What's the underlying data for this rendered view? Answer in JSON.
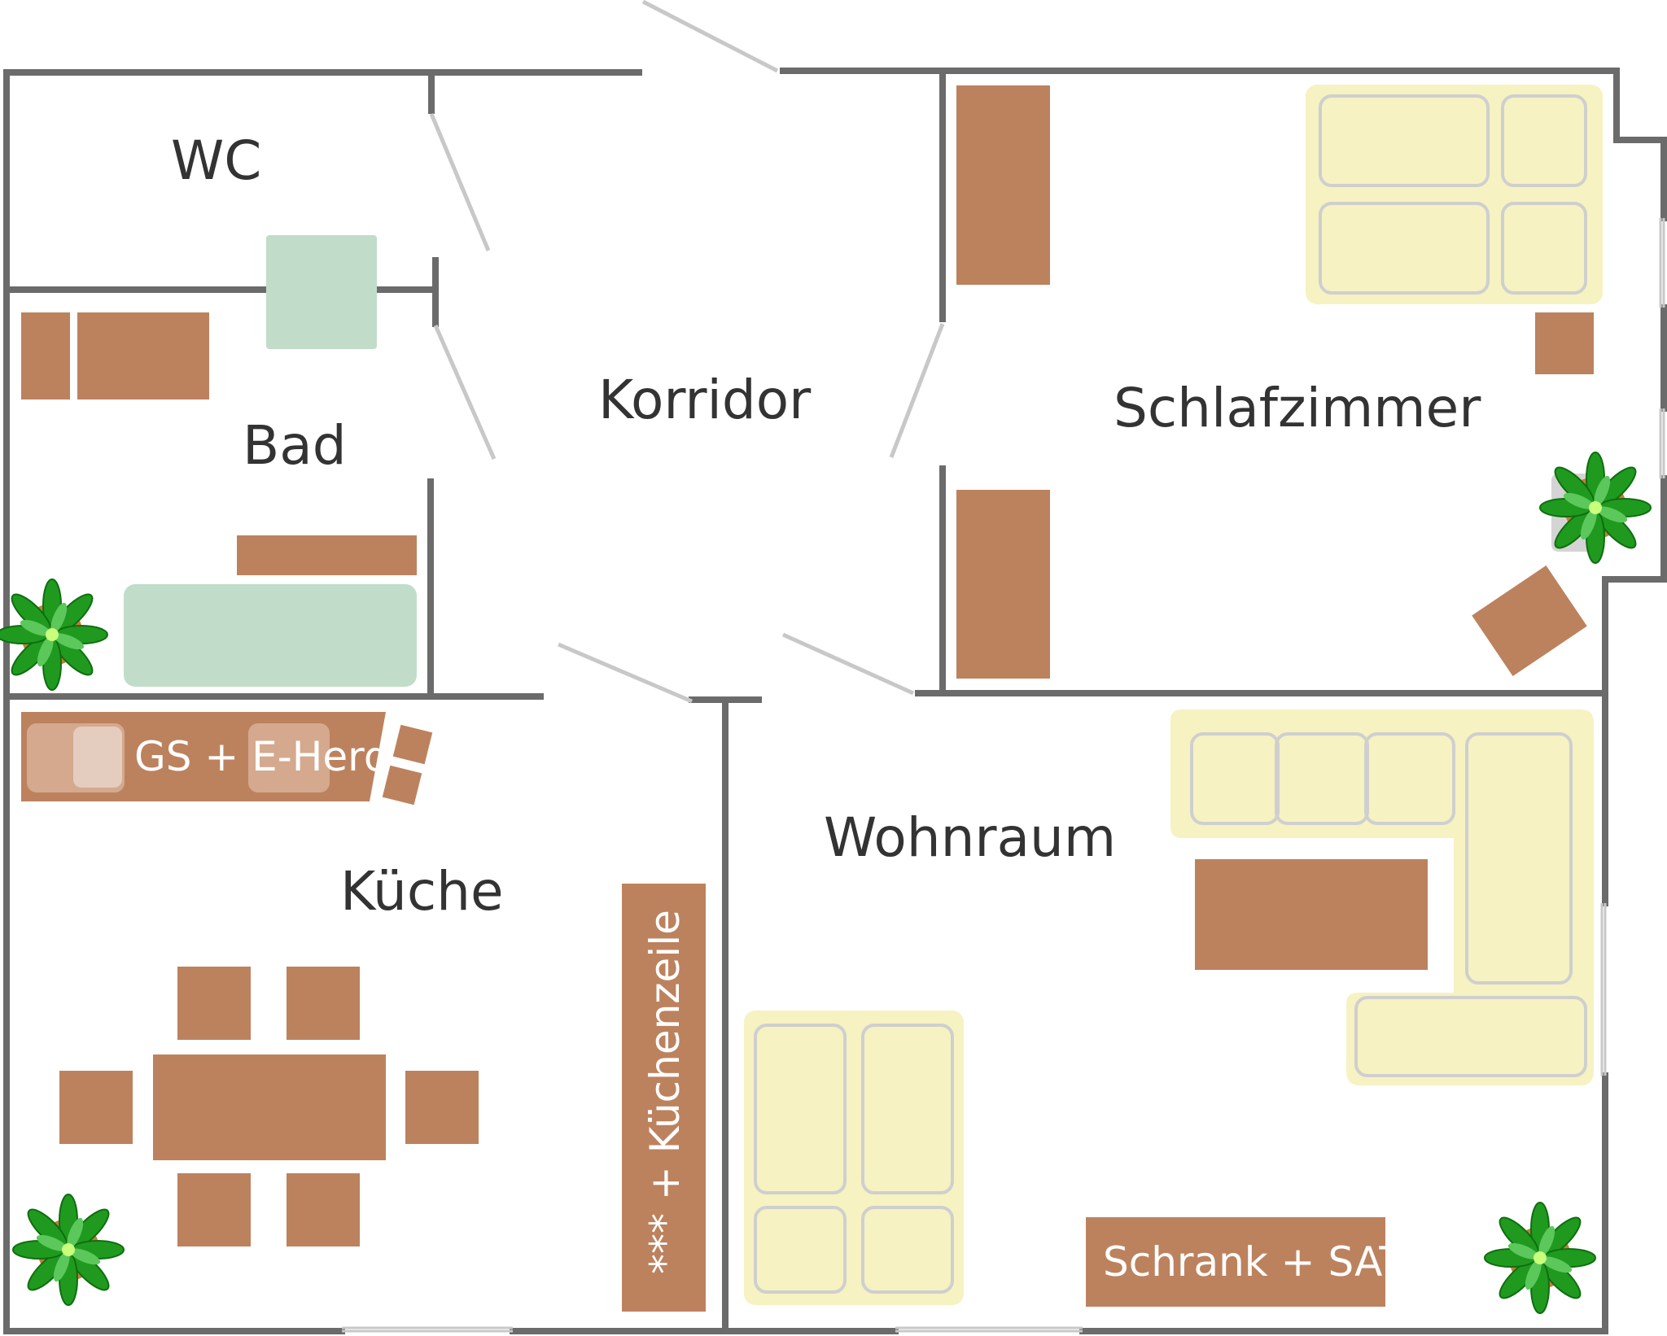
{
  "colors": {
    "wall": "#6b6b6b",
    "furniture": "#bc825e",
    "bed": "#f6f2c2",
    "bed_outline": "#cfcfcf",
    "sanitary": "#c1ddc9",
    "plant_leaf": "#1f9a1f",
    "plant_pot": "#c97a3a",
    "background": "#ffffff"
  },
  "rooms": {
    "wc": "WC",
    "bad": "Bad",
    "korridor": "Korridor",
    "schlafzimmer": "Schlafzimmer",
    "kueche": "Küche",
    "wohnraum": "Wohnraum"
  },
  "furniture_labels": {
    "herd": "GS + E-Herd",
    "kuechenzeile": "*** + Küchenzeile",
    "schrank": "Schrank + SAT TV"
  },
  "icons": {
    "plant": "potted-plant-icon"
  }
}
